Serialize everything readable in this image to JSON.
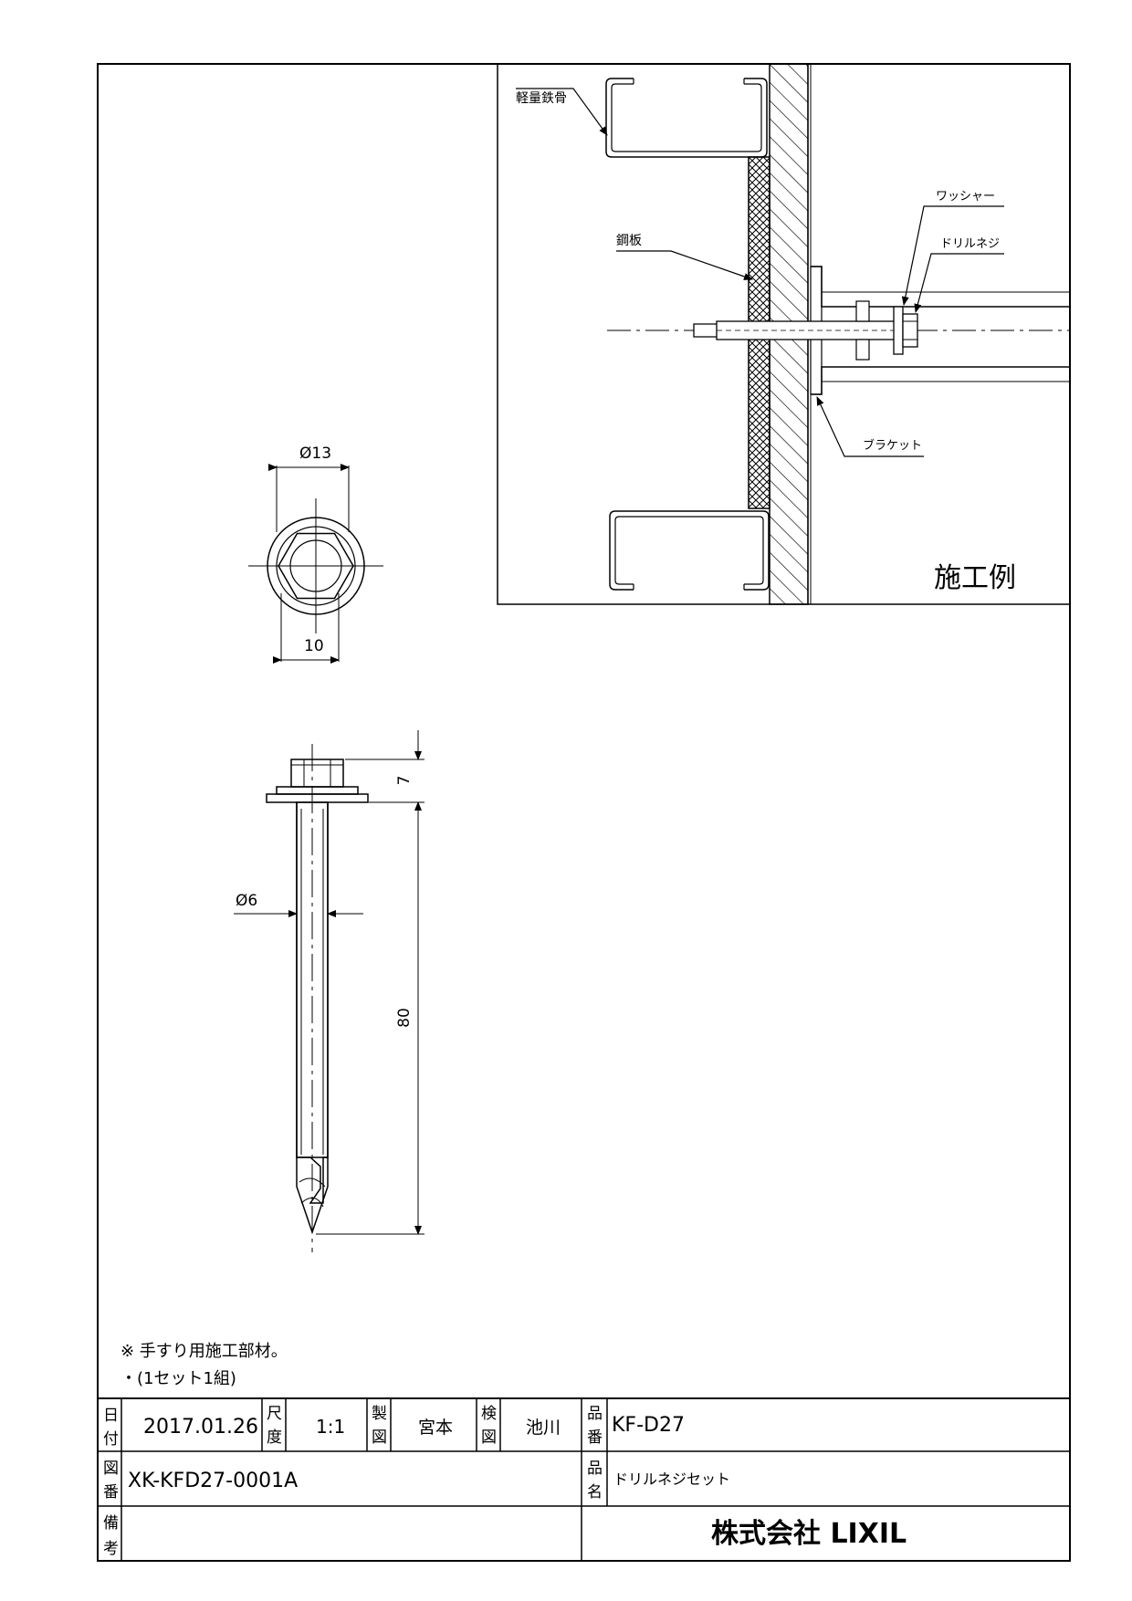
{
  "install_example": {
    "title": "施工例",
    "labels": {
      "steel_stud": "軽量鉄骨",
      "steel_plate": "鋼板",
      "washer": "ワッシャー",
      "drill_screw": "ドリルネジ",
      "bracket": "ブラケット"
    }
  },
  "dimensions": {
    "washer_diameter": "Ø13",
    "hex_width": "10",
    "head_height": "7",
    "shank_diameter": "Ø6",
    "length": "80"
  },
  "notes": {
    "line1": "※ 手すり用施工部材。",
    "line2": "・(1セット1組)"
  },
  "title_block": {
    "date_label": [
      "日",
      "付"
    ],
    "date": "2017.01.26",
    "scale_label": [
      "尺",
      "度"
    ],
    "scale": "1:1",
    "drafter_label": [
      "製",
      "図"
    ],
    "drafter": "宮本",
    "checker_label": [
      "検",
      "図"
    ],
    "checker": "池川",
    "part_no_label": [
      "品",
      "番"
    ],
    "part_no": "KF-D27",
    "drawing_no_label": [
      "図",
      "番"
    ],
    "drawing_no": "XK-KFD27-0001A",
    "product_name_label": [
      "品",
      "名"
    ],
    "product_name": "ドリルネジセット",
    "remarks_label": [
      "備",
      "考"
    ],
    "remarks": "",
    "company": "株式会社 LIXIL"
  }
}
